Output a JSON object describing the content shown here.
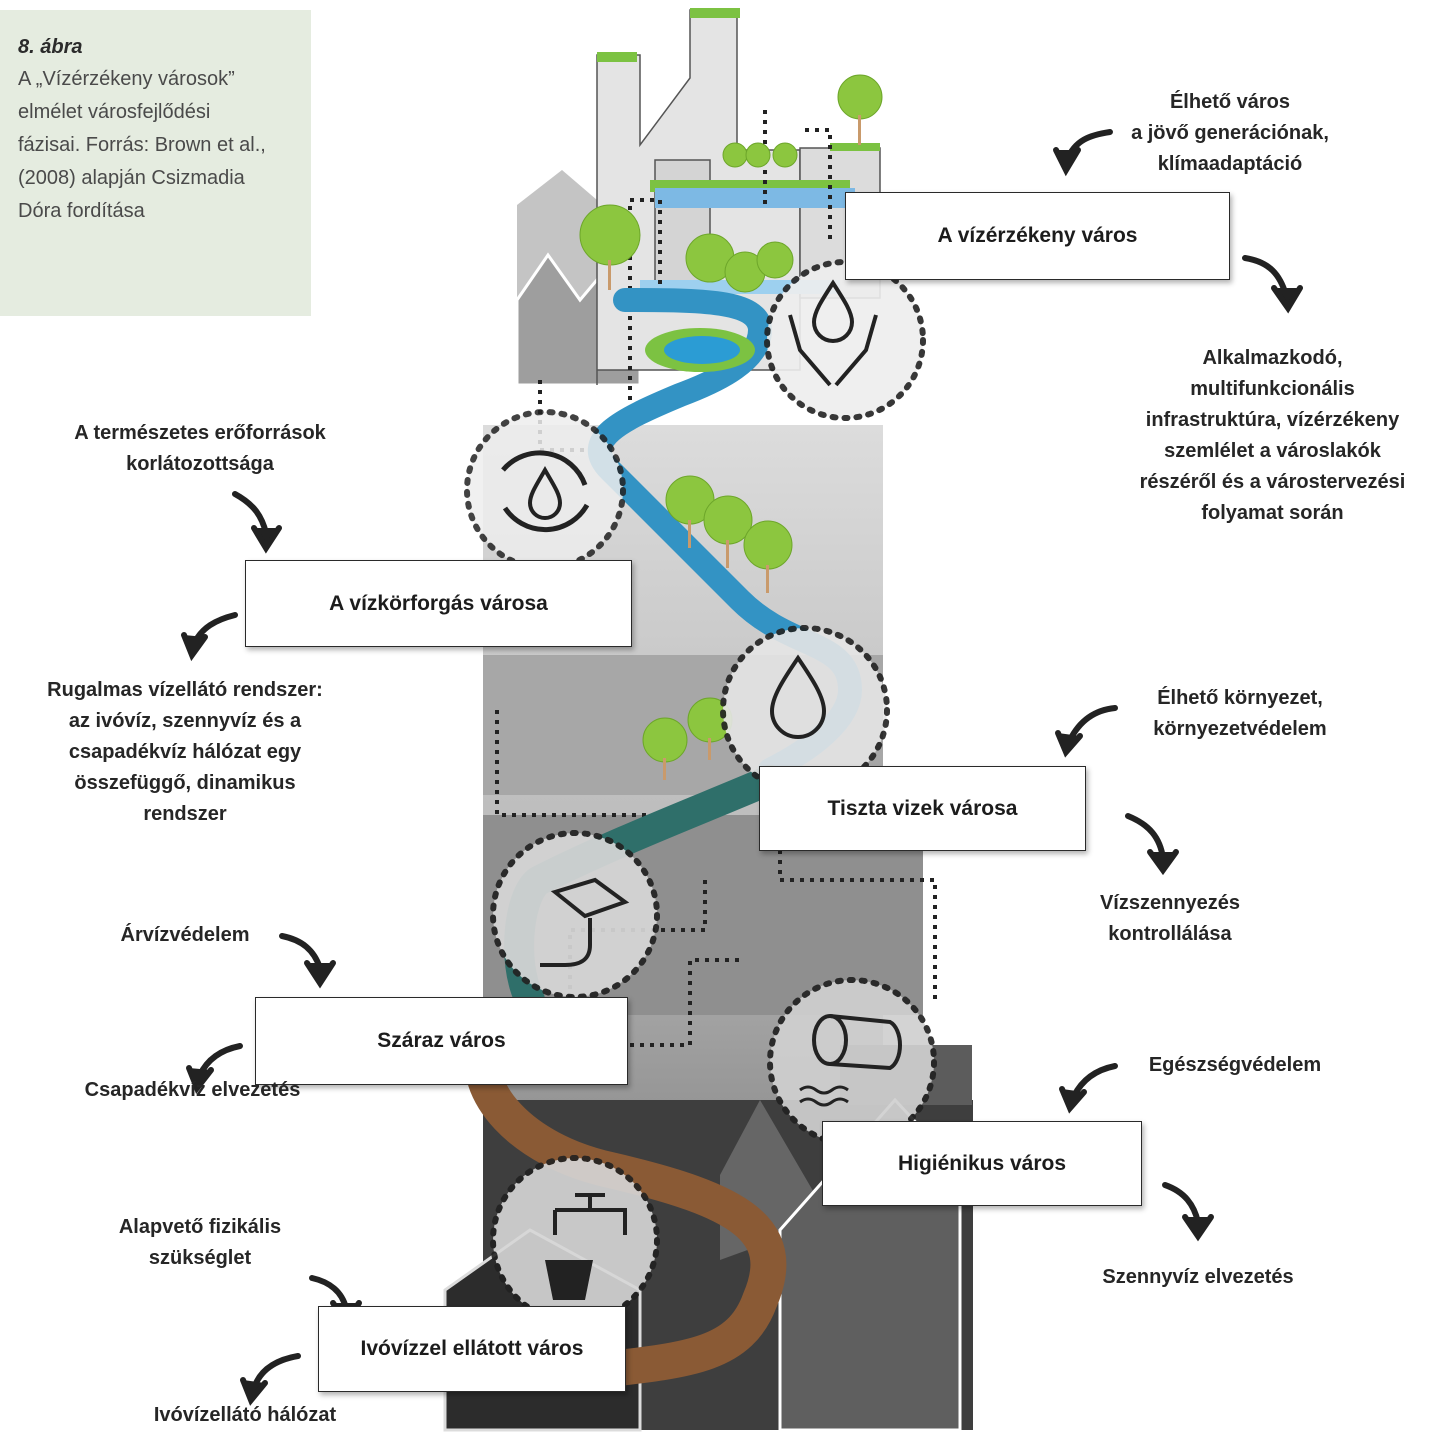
{
  "caption": {
    "figure_label": "8. ábra",
    "text": "A „Vízérzékeny városok” elmélet városfejlődési fázisai. Forrás: Brown et al., (2008) alapján Csizmadia Dóra fordítása"
  },
  "stages": [
    {
      "name": "A vízérzékeny város",
      "driver": "Élhető város\na jövő generációnak,\nklímaadaptáció",
      "response": "Alkalmazkodó,\nmultifunkcionális\ninfrastruktúra, vízérzékeny\nszemlélet a városlakók\nrészéről és a várostervezési\nfolyamat során"
    },
    {
      "name": "A vízkörforgás városa",
      "driver": "A természetes erőforrások\nkorlátozottsága",
      "response": "Rugalmas vízellátó rendszer:\naz ivóvíz, szennyvíz és a\ncsapadékvíz hálózat egy\nösszefüggő, dinamikus\nrendszer"
    },
    {
      "name": "Tiszta vizek városa",
      "driver": "Élhető környezet,\nkörnyezetvédelem",
      "response": "Vízszennyezés\nkontrollálása"
    },
    {
      "name": "Száraz város",
      "driver": "Árvízvédelem",
      "response": "Csapadékvíz elvezetés"
    },
    {
      "name": "Higiénikus város",
      "driver": "Egészségvédelem",
      "response": "Szennyvíz elvezetés"
    },
    {
      "name": "Ivóvízzel ellátott város",
      "driver": "Alapvető fizikális\nszükséglet",
      "response": "Ivóvízellátó hálózat"
    }
  ],
  "colors": {
    "caption_bg": "#e5ece0",
    "tree_green": "#8cc63f",
    "water_blue": "#2e93c4",
    "river_teal": "#2f6f6a",
    "river_brown": "#8a5a35"
  },
  "icons": [
    "hands-water-drop-icon",
    "water-cycle-icon",
    "water-drop-icon",
    "street-drain-icon",
    "pipe-outflow-icon",
    "tap-glass-icon"
  ]
}
